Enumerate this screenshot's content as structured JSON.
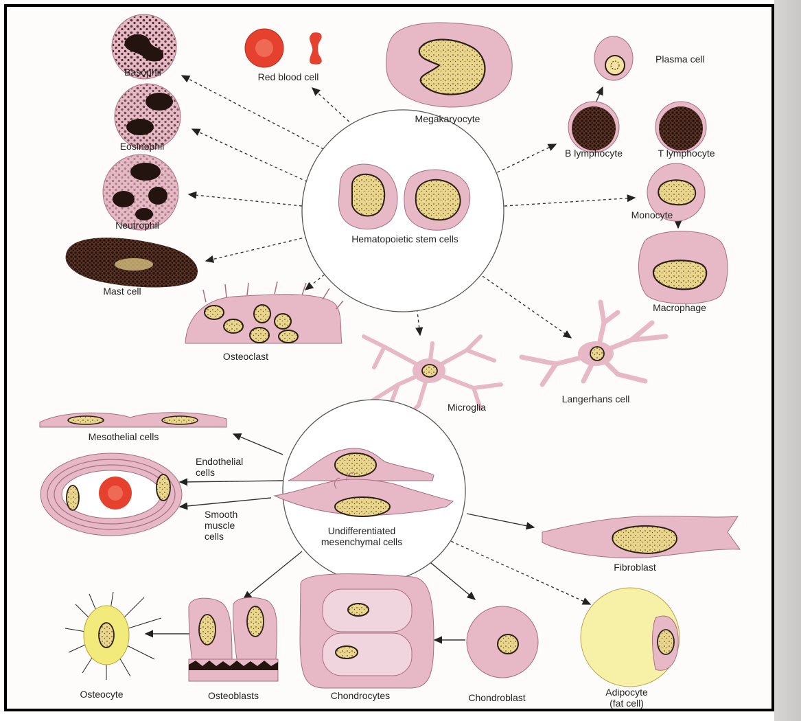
{
  "hematopoietic": {
    "center_label": "Hematopoietic stem cells",
    "cells": {
      "basophil": "Basophil",
      "red_blood_cell": "Red blood cell",
      "megakaryocyte": "Megakaryocyte",
      "plasma_cell": "Plasma cell",
      "b_lymphocyte": "B lymphocyte",
      "t_lymphocyte": "T lymphocyte",
      "eosinophil": "Eosinophil",
      "neutrophil": "Neutrophil",
      "monocyte": "Monocyte",
      "mast_cell": "Mast cell",
      "macrophage": "Macrophage",
      "osteoclast": "Osteoclast",
      "microglia": "Microglia",
      "langerhans": "Langerhans cell"
    }
  },
  "mesenchymal": {
    "center_label": "Undifferentiated\nmesenchymal cells",
    "cells": {
      "mesothelial": "Mesothelial cells",
      "endothelial": "Endothelial\ncells",
      "smooth_muscle": "Smooth\nmuscle\ncells",
      "fibroblast": "Fibroblast",
      "osteocyte": "Osteocyte",
      "osteoblasts": "Osteoblasts",
      "chondrocytes": "Chondrocytes",
      "chondroblast": "Chondroblast",
      "adipocyte": "Adipocyte\n(fat cell)"
    }
  },
  "colors": {
    "cytoplasm": "#e7b8c6",
    "cytoplasm_edge": "#a86d80",
    "nucleus": "#ead58c",
    "nucleus_edge": "#2b1f16",
    "granule": "#3a2119",
    "rbc": "#e5412e",
    "fat": "#f6f1a6"
  }
}
